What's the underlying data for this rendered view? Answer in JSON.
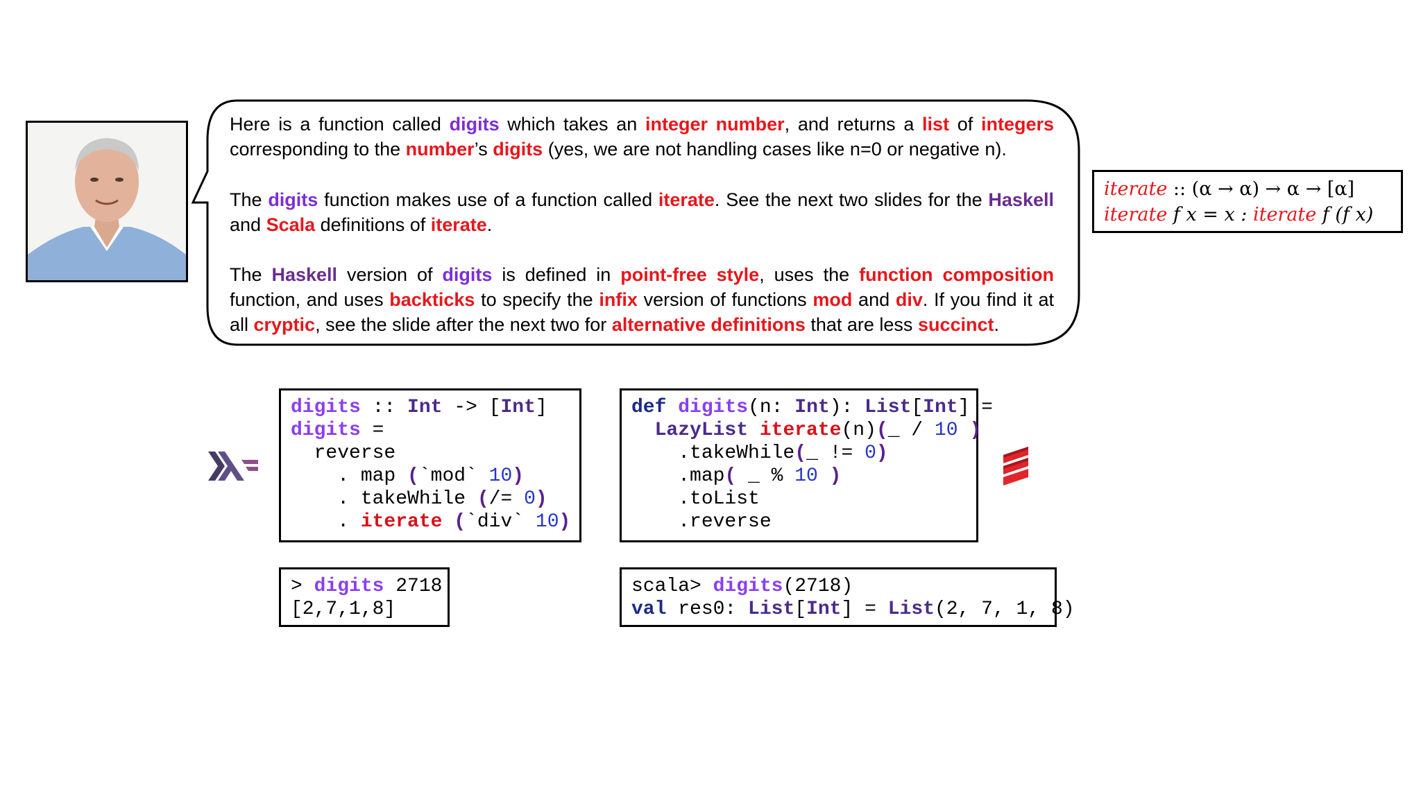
{
  "bubble": {
    "p1": {
      "a": "Here is a function called ",
      "b": "digits",
      "c": " which takes an ",
      "d": "integer number",
      "e": ", and returns a ",
      "f": "list",
      "g": " of ",
      "h": "integers",
      "i": " corresponding to the ",
      "j": "number",
      "k": "’s ",
      "l": "digits",
      "m": " (yes, we are not handling cases like n=0 or negative n)."
    },
    "p2": {
      "a": "The ",
      "b": "digits",
      "c": " function makes use of a function called ",
      "d": "iterate",
      "e": ". See the next two slides for the ",
      "f": "Haskell",
      "g": " and ",
      "h": "Scala",
      "i": " definitions of ",
      "j": "iterate",
      "k": "."
    },
    "p3": {
      "a": "The ",
      "b": "Haskell",
      "c": " version of ",
      "d": "digits",
      "e": " is defined in ",
      "f": "point-free style",
      "g": ", uses the ",
      "h": "function composition",
      "i": " function, and uses ",
      "j": "backticks",
      "k": " to specify the ",
      "l": "infix",
      "m": " version of functions ",
      "n": "mod",
      "o": " and ",
      "p": "div",
      "q": ". If you find it at all ",
      "r": "cryptic",
      "s": ", see the slide after the next two for ",
      "t": "alternative definitions",
      "u": " that are less ",
      "v": "succinct",
      "w": "."
    }
  },
  "iterate_def": {
    "l1_fn": "iterate",
    "l1_rest": " :: (α → α) → α → [α]",
    "l2_fn": "iterate",
    "l2_mid": " f x = x : ",
    "l2_fn2": "iterate",
    "l2_end": " f (f x)"
  },
  "haskell_code": {
    "l1_name": "digits",
    "l1_sep": " :: ",
    "l1_int": "Int",
    "l1_arrow": " -> [",
    "l1_int2": "Int",
    "l1_close": "]",
    "l2_name": "digits",
    "l2_eq": " =",
    "l3": "  reverse",
    "l4_a": "    . map ",
    "l4_open": "(",
    "l4_b": "`mod` ",
    "l4_num": "10",
    "l4_close": ")",
    "l5_a": "    . takeWhile ",
    "l5_open": "(",
    "l5_b": "/= ",
    "l5_num": "0",
    "l5_close": ")",
    "l6_a": "    . ",
    "l6_iter": "iterate",
    "l6_sp": " ",
    "l6_open": "(",
    "l6_b": "`div` ",
    "l6_num": "10",
    "l6_close": ")"
  },
  "scala_code": {
    "l1_def": "def",
    "l1_sp": " ",
    "l1_name": "digits",
    "l1_a": "(n: ",
    "l1_int": "Int",
    "l1_b": "): ",
    "l1_list": "List",
    "l1_c": "[",
    "l1_int2": "Int",
    "l1_d": "] =",
    "l2_a": "  ",
    "l2_lazy": "LazyList",
    "l2_sp": " ",
    "l2_iter": "iterate",
    "l2_b": "(n)",
    "l2_open": "(",
    "l2_c": "_ / ",
    "l2_num": "10",
    "l2_close": " )",
    "l3_a": "    .takeWhile",
    "l3_open": "(",
    "l3_b": "_ != ",
    "l3_num": "0",
    "l3_close": ")",
    "l4_a": "    .map",
    "l4_open": "(",
    "l4_b": " _ % ",
    "l4_num": "10",
    "l4_close": " )",
    "l5": "    .toList",
    "l6": "    .reverse"
  },
  "haskell_repl": {
    "prompt": "> ",
    "name": "digits",
    "arg": " 2718",
    "result": "[2,7,1,8]"
  },
  "scala_repl": {
    "prompt": "scala> ",
    "name": "digits",
    "arg": "(2718)",
    "val": "val",
    "res_a": " res0: ",
    "list": "List",
    "res_b": "[",
    "int": "Int",
    "res_c": "] = ",
    "list2": "List",
    "values": "(2, 7, 1, 8)"
  },
  "colors": {
    "purple": "#7b2fd4",
    "red": "#e8161b",
    "haskell_purple": "#6a2c91",
    "navy": "#1b2a8a",
    "number_blue": "#2636c8"
  },
  "icons": [
    "avatar-photo",
    "haskell-logo",
    "scala-logo"
  ]
}
